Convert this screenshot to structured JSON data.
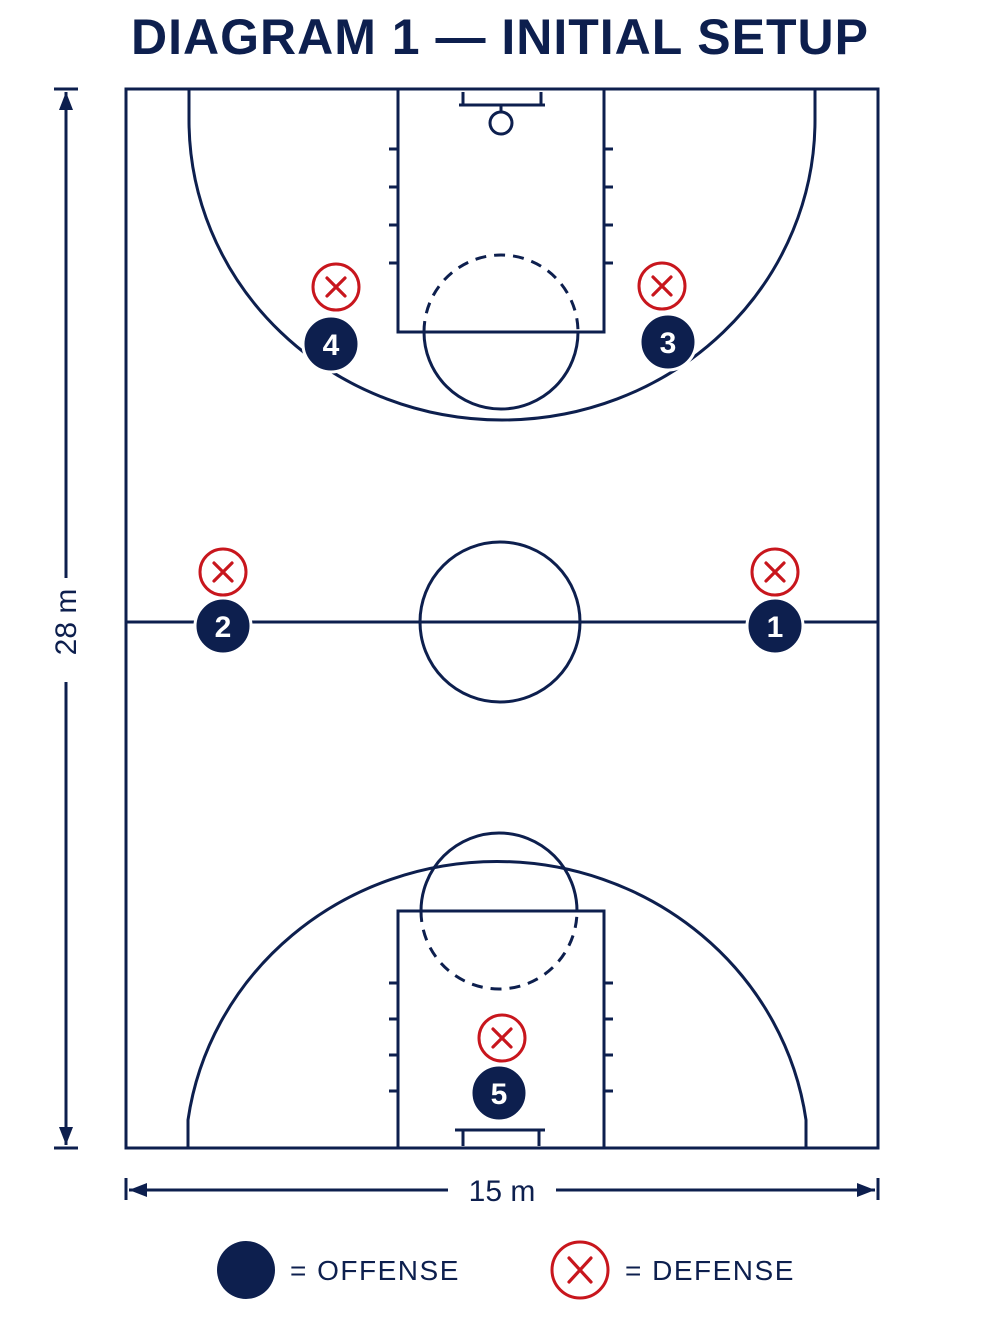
{
  "title": "DIAGRAM 1 — INITIAL SETUP",
  "dimensions": {
    "length": "28 m",
    "width": "15 m"
  },
  "colors": {
    "line": "#0d1f4e",
    "defense": "#c8161d",
    "background": "#ffffff"
  },
  "offense_players": [
    {
      "number": "4",
      "zone": "top-left wing"
    },
    {
      "number": "3",
      "zone": "top-right wing"
    },
    {
      "number": "2",
      "zone": "left midcourt"
    },
    {
      "number": "1",
      "zone": "right midcourt"
    },
    {
      "number": "5",
      "zone": "bottom basket"
    }
  ],
  "legend": {
    "offense_label": "= OFFENSE",
    "defense_label": "= DEFENSE"
  }
}
